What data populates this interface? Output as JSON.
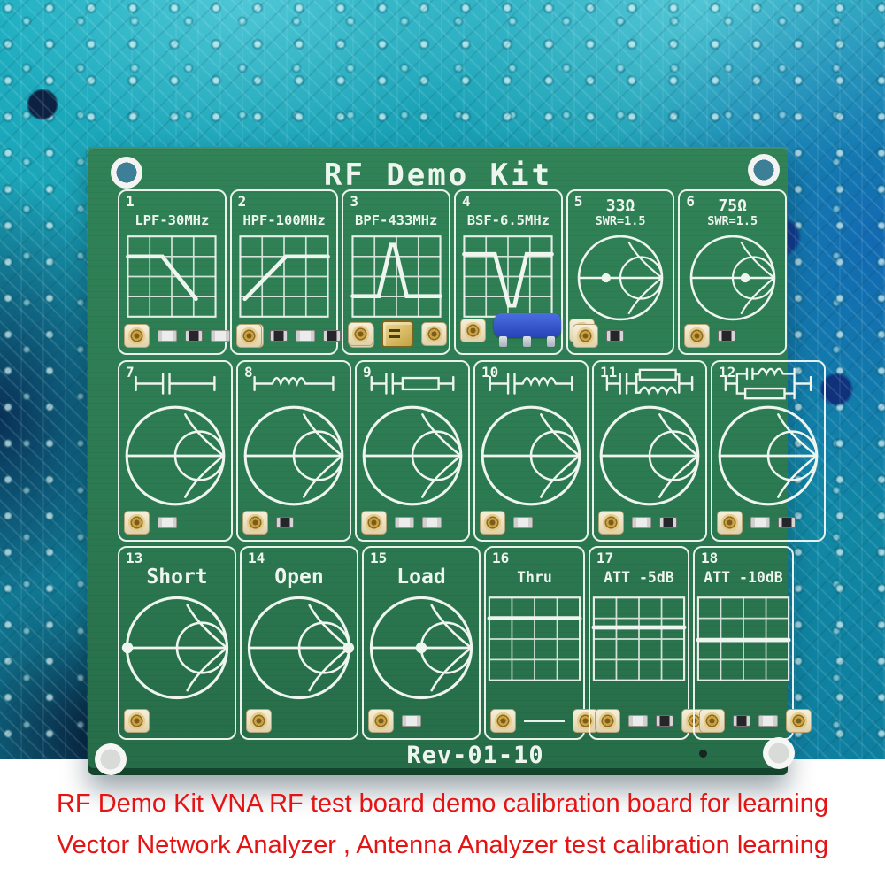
{
  "colors": {
    "pcb_green": "#2c7a52",
    "silkscreen": "#eef4ee",
    "background_teal": "#1595ab",
    "caption_red": "#e41414",
    "component_blue": "#2f52c8",
    "connector_gold": "#caa244"
  },
  "board": {
    "title": "RF Demo Kit",
    "revision": "Rev-01-10",
    "cells": [
      {
        "num": "1",
        "label": "LPF-30MHz",
        "graphic": "graph-lpf",
        "parts": [
          "ufl",
          "smd-light",
          "smd-dark",
          "smd-light",
          "ufl"
        ]
      },
      {
        "num": "2",
        "label": "HPF-100MHz",
        "graphic": "graph-hpf",
        "parts": [
          "ufl",
          "smd-dark",
          "smd-light",
          "smd-dark",
          "ufl"
        ]
      },
      {
        "num": "3",
        "label": "BPF-433MHz",
        "graphic": "graph-bpf",
        "parts": [
          "ufl",
          "saw",
          "ufl"
        ]
      },
      {
        "num": "4",
        "label": "BSF-6.5MHz",
        "graphic": "graph-bsf",
        "parts": [
          "ufl",
          "blue",
          "ufl"
        ]
      },
      {
        "num": "5",
        "label": "33Ω",
        "sublabel": "SWR=1.5",
        "graphic": "smith-left",
        "parts": [
          "ufl",
          "smd-dark"
        ]
      },
      {
        "num": "6",
        "label": "75Ω",
        "sublabel": "SWR=1.5",
        "graphic": "smith-right",
        "parts": [
          "ufl",
          "smd-dark"
        ]
      },
      {
        "num": "7",
        "symbol": "series-capacitor",
        "graphic": "smith",
        "parts": [
          "ufl",
          "smd-light"
        ]
      },
      {
        "num": "8",
        "symbol": "series-inductor",
        "graphic": "smith",
        "parts": [
          "ufl",
          "smd-dark"
        ]
      },
      {
        "num": "9",
        "symbol": "series-capacitor-resistor",
        "graphic": "smith",
        "parts": [
          "ufl",
          "smd-light",
          "smd-light"
        ]
      },
      {
        "num": "10",
        "symbol": "series-capacitor-inductor",
        "graphic": "smith",
        "parts": [
          "ufl",
          "smd-light"
        ]
      },
      {
        "num": "11",
        "symbol": "capacitor-with-parallel-rl",
        "graphic": "smith",
        "parts": [
          "ufl",
          "smd-light",
          "smd-dark"
        ]
      },
      {
        "num": "12",
        "symbol": "parallel-lc-resistor",
        "graphic": "smith",
        "parts": [
          "ufl",
          "smd-light",
          "smd-dark"
        ]
      },
      {
        "num": "13",
        "label": "Short",
        "graphic": "smith-edge-left",
        "parts": [
          "ufl"
        ]
      },
      {
        "num": "14",
        "label": "Open",
        "graphic": "smith-edge-right",
        "parts": [
          "ufl"
        ]
      },
      {
        "num": "15",
        "label": "Load",
        "graphic": "smith-center",
        "parts": [
          "ufl",
          "smd-light"
        ]
      },
      {
        "num": "16",
        "label": "Thru",
        "graphic": "grid-thru",
        "parts": [
          "ufl",
          "trace",
          "ufl"
        ]
      },
      {
        "num": "17",
        "label": "ATT -5dB",
        "graphic": "grid-att5",
        "parts": [
          "ufl",
          "smd-light",
          "smd-dark",
          "ufl"
        ]
      },
      {
        "num": "18",
        "label": "ATT -10dB",
        "graphic": "grid-att10",
        "parts": [
          "ufl",
          "smd-dark",
          "smd-light",
          "ufl"
        ]
      }
    ]
  },
  "caption": {
    "line1": "RF Demo Kit VNA RF test board demo calibration board for learning",
    "line2": "Vector Network Analyzer , Antenna Analyzer test calibration learning"
  }
}
